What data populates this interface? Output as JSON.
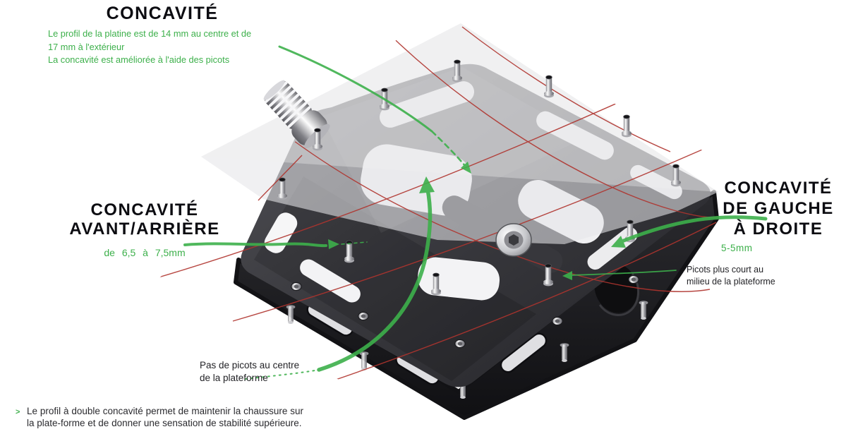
{
  "colors": {
    "accent_green": "#3db04b",
    "grid_red": "#b0342e",
    "heading_dark": "#0c0c11",
    "plane_gray": "#e9e9eb",
    "pedal_dark": "#2e2e32"
  },
  "annotations": {
    "concavite": {
      "title": "CONCAVITÉ",
      "desc_lines": [
        "Le profil de la platine est de 14 mm au centre et de",
        "17 mm à l'extérieur",
        "La concavité est améliorée à l'aide des picots"
      ]
    },
    "avant_arriere": {
      "title_line1": "CONCAVITÉ",
      "title_line2": "AVANT/ARRIÈRE",
      "value": "de 6,5 à 7,5mm"
    },
    "gauche_droite": {
      "title_line1": "CONCAVITÉ",
      "title_line2": "DE GAUCHE",
      "title_line3": "À DROITE",
      "value": "5-5mm",
      "note_line1": "Picots plus court au",
      "note_line2": "milieu de la plateforme"
    },
    "centre": {
      "note_line1": "Pas de picots au centre",
      "note_line2": "de la plateforme"
    },
    "footer": {
      "marker": ">",
      "text": "Le profil à double concavité permet de maintenir la chaussure sur la plate-forme et de donner une sensation de stabilité supérieure."
    }
  }
}
